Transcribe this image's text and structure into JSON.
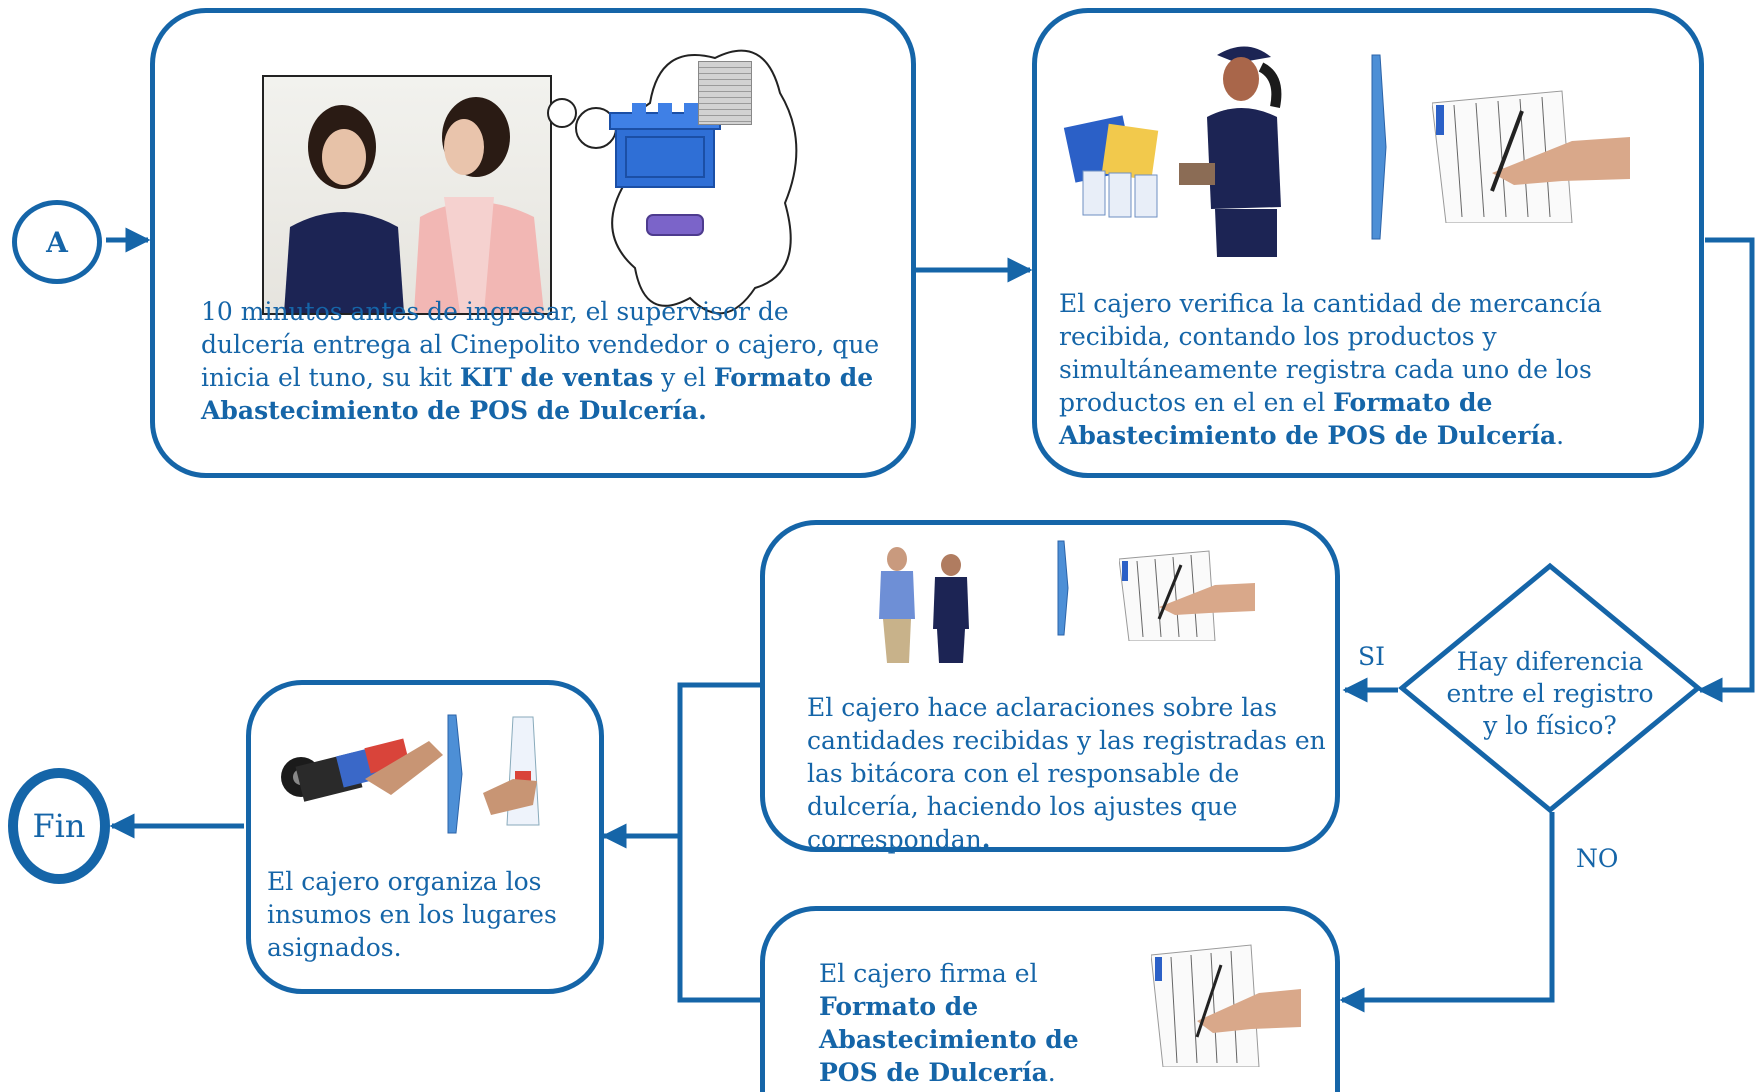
{
  "start_label": "A",
  "end_label": "Fin",
  "steps": {
    "step1": {
      "text_1": "10 minutos antes de ingresar, el supervisor de dulcería  entrega al Cinepolito vendedor o cajero, que inicia el tuno, su kit ",
      "bold_1": "KIT de ventas",
      "text_2": " y el ",
      "bold_2": "Formato de Abastecimiento de POS de Dulcería."
    },
    "step2": {
      "text_1": "El cajero verifica la cantidad de mercancía recibida, contando los productos y simultáneamente registra cada uno de los productos  en el  en el ",
      "bold_1": "Formato de Abastecimiento de POS de Dulcería",
      "text_2": "."
    },
    "step3": {
      "text_1": "El cajero hace aclaraciones sobre las cantidades recibidas y las registradas en las bitácora con el responsable de dulcería, haciendo los ajustes que correspondan",
      "bold_1": "."
    },
    "step4": {
      "text_1": "El cajero firma  el ",
      "bold_1": "Formato de Abastecimiento de POS de Dulcería",
      "text_2": "."
    },
    "step5": {
      "text_1": "El cajero organiza los insumos en los lugares asignados."
    }
  },
  "decision": {
    "line_1": "Hay diferencia",
    "line_2": "entre el registro",
    "line_3": "y lo físico?",
    "yes_label": "SI",
    "no_label": "NO"
  },
  "colors": {
    "primary": "#1565a8",
    "accent_fill": "#4d8fd6"
  }
}
